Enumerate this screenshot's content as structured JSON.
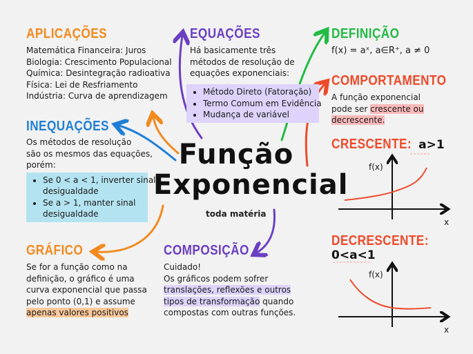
{
  "center": {
    "title_line1": "Função",
    "title_line2": "Exponencial",
    "brand": "toda matéria"
  },
  "colors": {
    "orange": "#f28a1f",
    "purple": "#6a3fc2",
    "green": "#22bb44",
    "red": "#ee4a2a",
    "blue": "#1f7fd6",
    "box_blue": "#b3e3f0",
    "box_purple": "#ddd3fb",
    "highlight_orange": "#fdc99a",
    "highlight_pink": "#f9b9b9",
    "background": "#f2f2f2"
  },
  "aplicacoes": {
    "title": "APLICAÇÕES",
    "lines": [
      "Matemática Financeira: Juros",
      "Biologia: Crescimento Populacional",
      "Química: Desintegração radioativa",
      "Física: Lei de Resfriamento",
      "Indústria: Curva de aprendizagem"
    ]
  },
  "inequacoes": {
    "title": "INEQUAÇÕES",
    "lines": [
      "Os métodos de resolução",
      "são os mesmos das equações,",
      "porém:"
    ],
    "bullets": [
      {
        "line1": "Se 0 < a < 1, inverter sinal",
        "line2": "desigualdade"
      },
      {
        "line1": "Se a > 1, manter sinal",
        "line2": "desigualdade"
      }
    ]
  },
  "grafico": {
    "title": "GRÁFICO",
    "lines": [
      "Se for a função como na",
      "definição, o gráfico é uma",
      "curva exponencial que passa",
      "pelo ponto (0,1) e assume"
    ],
    "highlight": "apenas valores positivos"
  },
  "equacoes": {
    "title": "EQUAÇÕES",
    "lines": [
      "Há basicamente três",
      "métodos de resolução de",
      "equações exponenciais:"
    ],
    "bullets": [
      "Método Direto (Fatoração)",
      "Termo Comum em Evidência",
      "Mudança de variável"
    ]
  },
  "composicao": {
    "title": "COMPOSIÇÃO",
    "line1": "Cuidado!",
    "line2": "Os gráficos podem sofrer",
    "line3_highlight": "translações, reflexões e outros",
    "line4_highlight": "tipos de transformação",
    "line4_rest": " quando",
    "line5": "compostas com outras funções."
  },
  "definicao": {
    "title": "DEFINIÇÃO",
    "formula": "f(x) = aˣ, a∈R⁺, a ≠ 0"
  },
  "comportamento": {
    "title": "COMPORTAMENTO",
    "line1": "A função exponencial",
    "line2_plain": "pode ser ",
    "line2_highlight": "crescente ou",
    "line3_highlight": "decrescente."
  },
  "crescente": {
    "title": "CRESCENTE:",
    "condition": "a>1",
    "y_label": "f(x)",
    "x_label": "x"
  },
  "decrescente": {
    "title": "DECRESCENTE:",
    "condition": "0<a<1",
    "y_label": "f(x)",
    "x_label": "x"
  }
}
